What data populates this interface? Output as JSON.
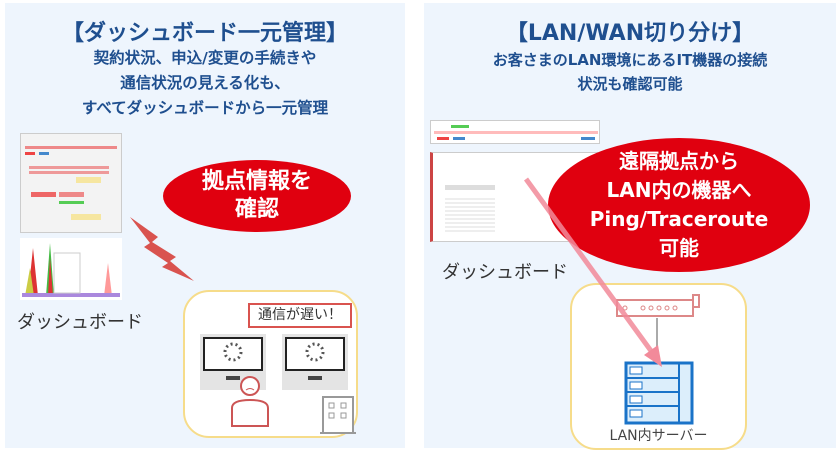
{
  "left": {
    "title": "【ダッシュボード一元管理】",
    "subtitle": [
      "契約状況、申込/変更の手続きや",
      "通信状況の見える化も、",
      "すべてダッシュボードから一元管理"
    ],
    "dashboard_label": "ダッシュボード",
    "callout": [
      "拠点情報を",
      "確認"
    ],
    "speech": "通信が遅い！"
  },
  "right": {
    "title": "【LAN/WAN切り分け】",
    "subtitle": [
      "お客さまのLAN環境にあるIT機器の接続",
      "状況も確認可能"
    ],
    "dashboard_label": "ダッシュボード",
    "callout": [
      "遠隔拠点から",
      "LAN内の機器へ",
      "Ping/Traceroute",
      "可能"
    ],
    "server_label": "LAN内サーバー"
  },
  "colors": {
    "title": "#1f4f8f",
    "callout": "#e0000f",
    "panel": "#eef5fd",
    "box_border": "#f6dc8a"
  }
}
